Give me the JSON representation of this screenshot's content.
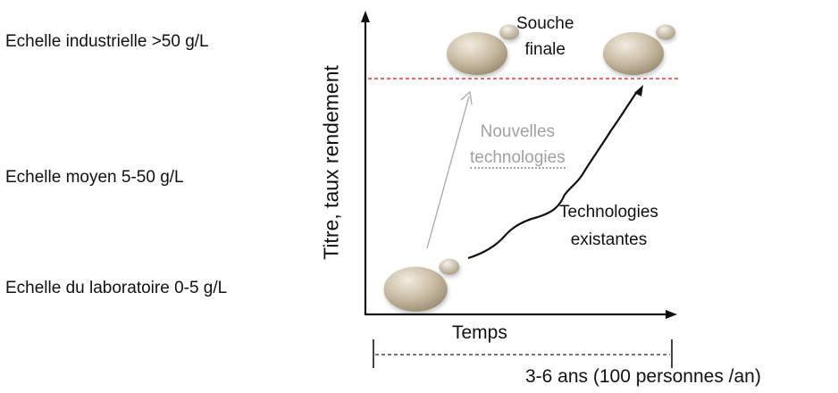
{
  "scale_labels": {
    "industrial": "Echelle industrielle >50 g/L",
    "medium": "Echelle moyen 5-50 g/L",
    "lab": "Echelle du laboratoire 0-5 g/L"
  },
  "axes": {
    "y_label": "Titre, taux rendement",
    "x_label": "Temps"
  },
  "annotations": {
    "final_strain_line1": "Souche",
    "final_strain_line2": "finale",
    "new_tech_line1": "Nouvelles",
    "new_tech_line2": "technologies",
    "existing_tech_line1": "Technologies",
    "existing_tech_line2": "existantes",
    "duration": "3-6 ans (100 personnes /an)"
  },
  "colors": {
    "target_line": "#e05555",
    "new_tech_arrow": "#a8a8a8",
    "existing_tech_arrow": "#111111",
    "yeast_cell": "#c7bba3",
    "duration_line": "#777777"
  },
  "icons": [
    "yeast-cell-icon"
  ]
}
